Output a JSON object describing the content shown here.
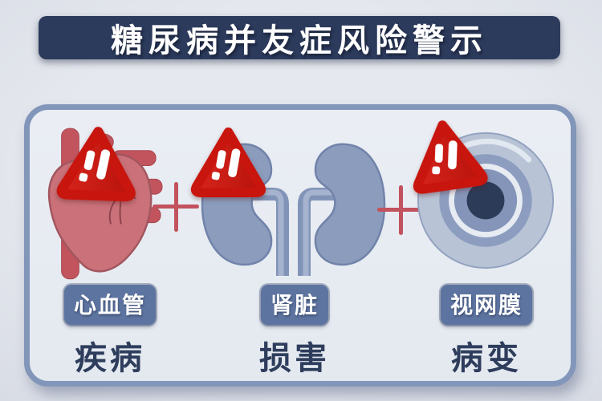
{
  "title": "糖尿病并友症风险警示",
  "plus_symbol": "+",
  "warning_icon": "warning-triangle-icon",
  "items": [
    {
      "icon": "heart-icon",
      "badge": "心血管",
      "label": "疾病"
    },
    {
      "icon": "kidneys-icon",
      "badge": "肾脏",
      "label": "损害"
    },
    {
      "icon": "retina-icon",
      "badge": "视网膜",
      "label": "病变"
    }
  ],
  "colors": {
    "banner_bg": "#2c3a5c",
    "banner_text": "#ffffff",
    "card_bg": "#e8ecf2",
    "card_border": "#8296ba",
    "page_bg": "#d9dde5",
    "badge_bg": "#5d74a0",
    "badge_text": "#ffffff",
    "label_text": "#2e3d5c",
    "warning_red": "#c8150d",
    "plus_red": "#c2525e",
    "heart_red": "#ca7179",
    "organ_blue": "#8b9cbd",
    "pupil_navy": "#2c3b58"
  }
}
